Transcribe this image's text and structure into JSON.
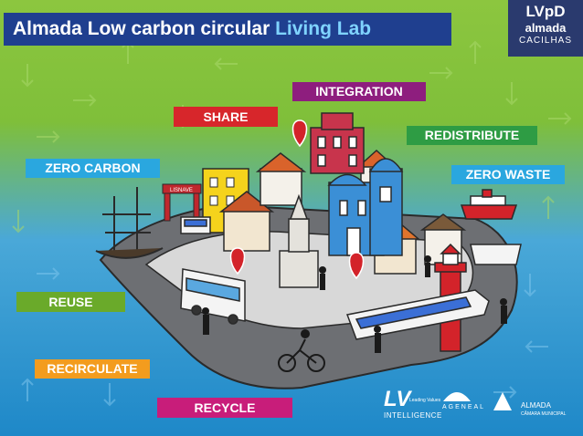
{
  "header": {
    "title_main": "Almada Low carbon circular ",
    "title_highlight": "Living Lab"
  },
  "logo": {
    "line1": "LVpD",
    "line2": "almada",
    "line3": "CACILHAS"
  },
  "tags": {
    "integration": "INTEGRATION",
    "share": "SHARE",
    "redistribute": "REDISTRIBUTE",
    "zero_carbon": "ZERO CARBON",
    "zero_waste": "ZERO WASTE",
    "reuse": "REUSE",
    "recirculate": "RECIRCULATE",
    "recycle": "RECYCLE"
  },
  "scene": {
    "building_sign": "LISNAVE"
  },
  "partners": {
    "lv_mark": "LV",
    "lv_sub": "Leading Values",
    "lv_caption": "INTELLIGENCE",
    "ageneal": "AGENEAL",
    "almada": "ALMADA",
    "almada_sub": "CÂMARA MUNICIPAL"
  },
  "colors": {
    "title_bg": "#1f3f8f",
    "integration": "#8e1e7e",
    "share": "#d7262b",
    "redistribute": "#2e9c44",
    "zero_carbon": "#2aa7df",
    "zero_waste": "#2aa7df",
    "reuse": "#6aaa2a",
    "recirculate": "#f39c1e",
    "recycle": "#c81d7a"
  }
}
